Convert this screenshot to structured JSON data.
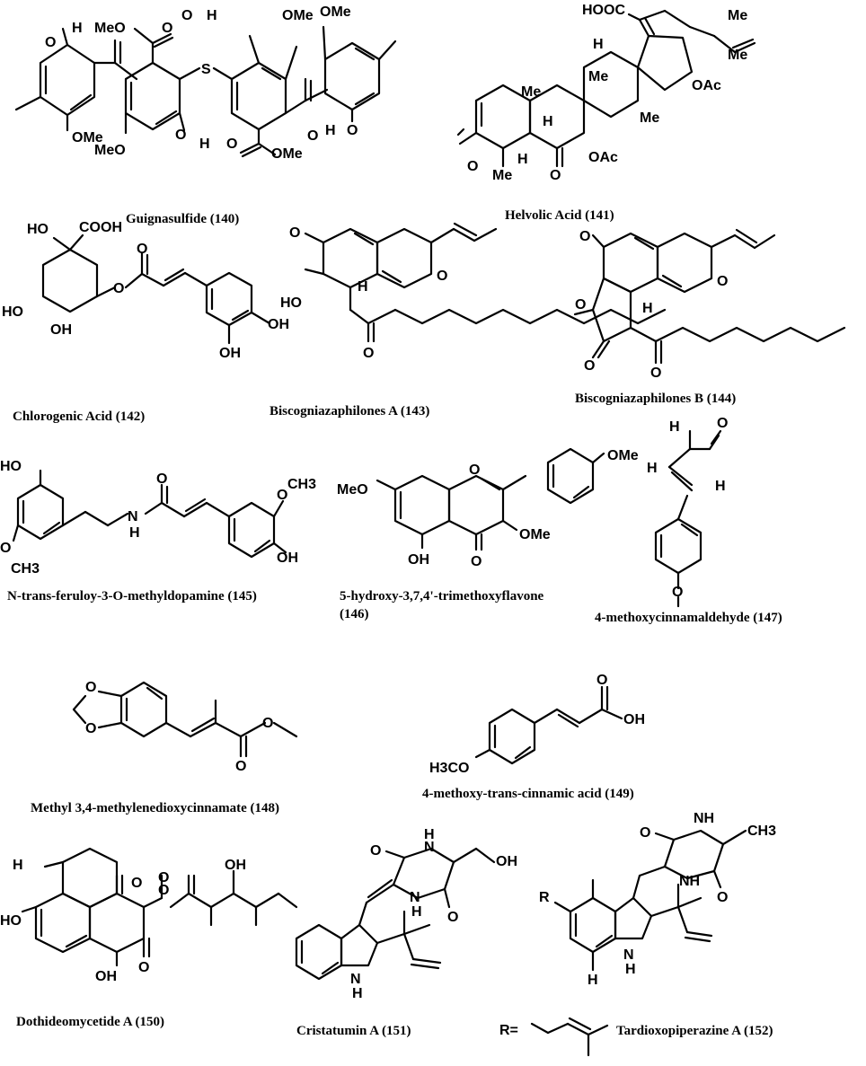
{
  "compounds": [
    {
      "id": "140",
      "caption": "Guignasulfide (140)"
    },
    {
      "id": "141",
      "caption": "Helvolic Acid (141)"
    },
    {
      "id": "142",
      "caption": "Chlorogenic Acid (142)"
    },
    {
      "id": "143",
      "caption": "Biscogniazaphilones A (143)"
    },
    {
      "id": "144",
      "caption": "Biscogniazaphilones  B (144)"
    },
    {
      "id": "145",
      "caption": "N-trans-feruloy-3-O-methyldopamine (145)"
    },
    {
      "id": "146",
      "caption_line1": "5-hydroxy-3,7,4'-trimethoxyflavone",
      "caption_line2": "(146)"
    },
    {
      "id": "147",
      "caption": "4-methoxycinnamaldehyde (147)"
    },
    {
      "id": "148",
      "caption": "Methyl 3,4-methylenedioxycinnamate (148)"
    },
    {
      "id": "149",
      "caption": "4-methoxy-trans-cinnamic acid (149)"
    },
    {
      "id": "150",
      "caption": "Dothideomycetide A (150)"
    },
    {
      "id": "151",
      "caption": "Cristatumin A (151)"
    },
    {
      "id": "152",
      "caption": "Tardioxopiperazine A (152)"
    }
  ],
  "labels": {
    "OH": "OH",
    "HO": "HO",
    "H": "H",
    "O": "O",
    "S": "S",
    "N": "N",
    "NH": "NH",
    "OMe": "OMe",
    "MeO": "MeO",
    "Me": "Me",
    "COOH": "COOH",
    "HOOC": "HOOC",
    "OAc": "OAc",
    "CH3": "CH3",
    "H3CO": "H3CO",
    "R_eq": "R=",
    "R": "R"
  }
}
